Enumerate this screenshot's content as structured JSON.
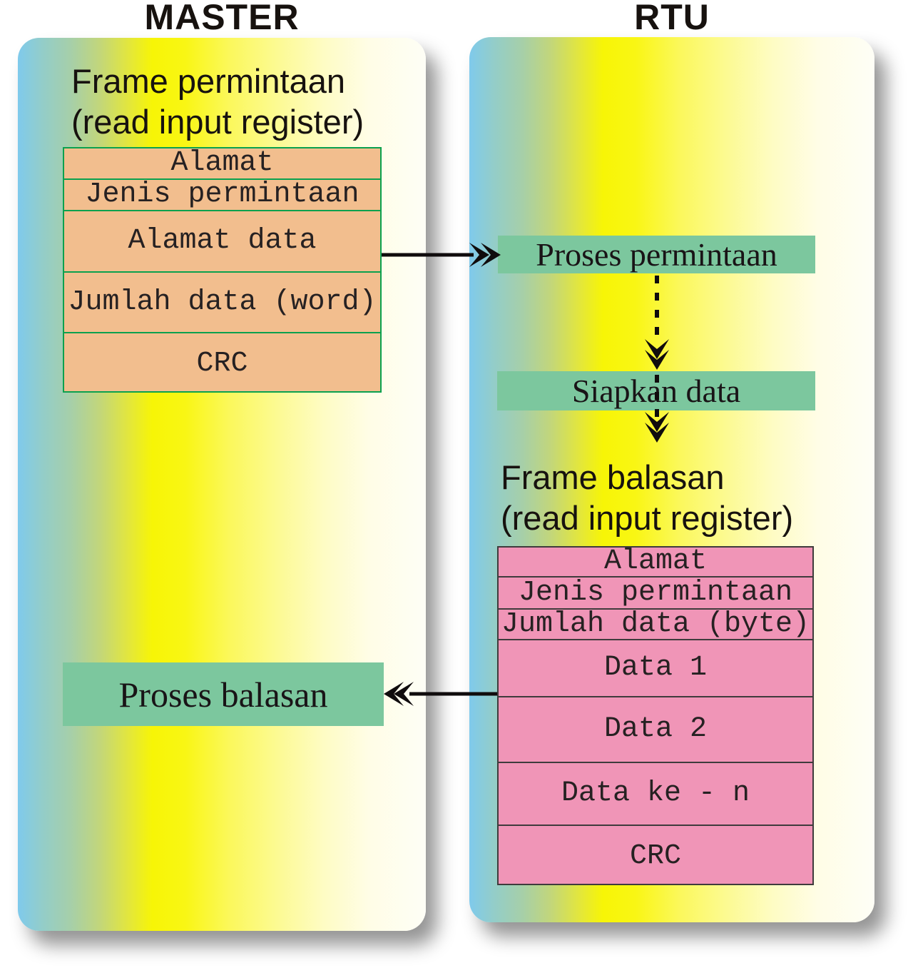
{
  "titles": {
    "master": "MASTER",
    "rtu": "RTU"
  },
  "master": {
    "heading_line1": "Frame permintaan",
    "heading_line2": "(read input register)",
    "frame_rows": [
      "Alamat",
      "Jenis permintaan",
      "Alamat data",
      "Jumlah data (word)",
      "CRC"
    ],
    "process_label": "Proses balasan"
  },
  "rtu": {
    "process_label": "Proses permintaan",
    "prepare_label": "Siapkan data",
    "heading_line1": "Frame balasan",
    "heading_line2": "(read input register)",
    "frame_rows": [
      "Alamat",
      "Jenis permintaan",
      "Jumlah data (byte)",
      "Data 1",
      "Data 2",
      "Data ke - n",
      "CRC"
    ]
  },
  "colors": {
    "request_cell_fill": "#f2be8e",
    "request_cell_border": "#0ba14e",
    "response_cell_fill": "#f095b7",
    "response_cell_border": "#3f3b3c",
    "process_bar_fill": "#7cc79e",
    "panel_gradient_blue": "#7fcaec",
    "panel_gradient_yellow": "#f7f506",
    "panel_gradient_cream": "#fefef6",
    "arrow_color": "#100c0d"
  }
}
